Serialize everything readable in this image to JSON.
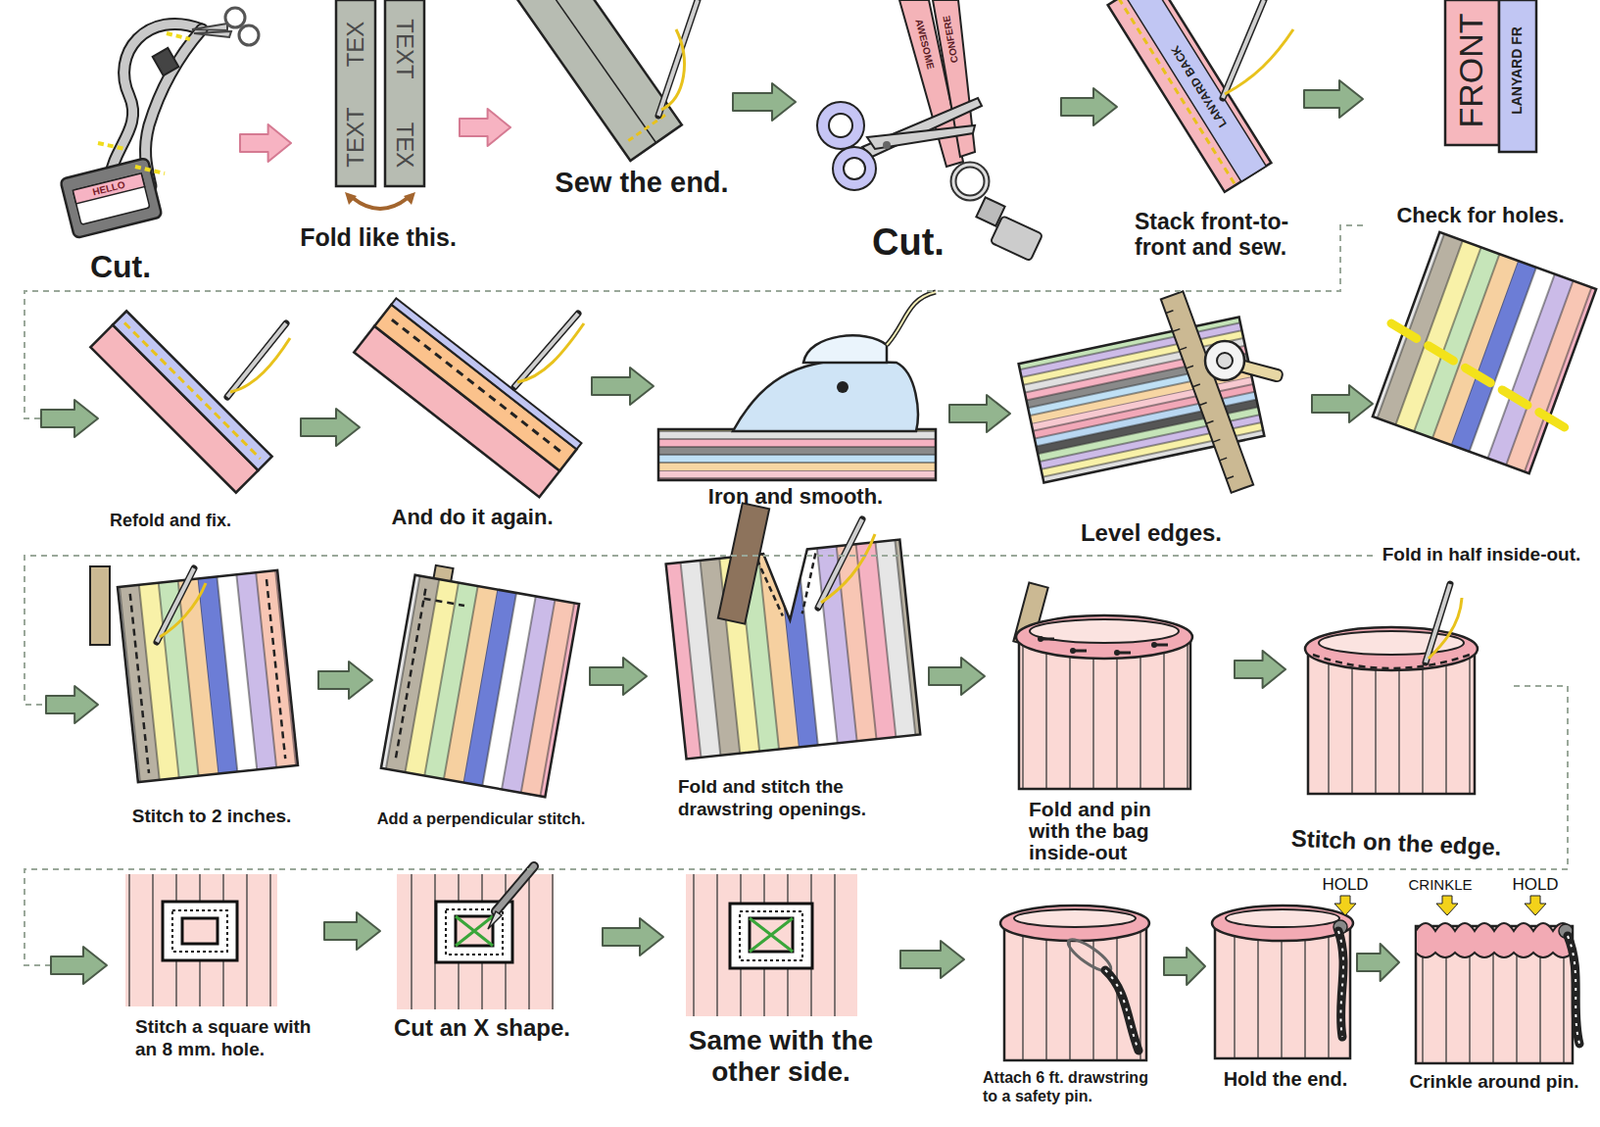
{
  "diagram": {
    "nodes": [
      {
        "text": [
          "Cut."
        ]
      },
      {
        "text": [
          "Fold like this."
        ]
      },
      {
        "text": [
          "Sew the end."
        ]
      },
      {
        "text": [
          "Cut."
        ]
      },
      {
        "text": [
          "Stack front-to-front and sew."
        ]
      },
      {
        "text": [
          "Check for holes."
        ]
      },
      {
        "text": [
          "Refold and fix."
        ]
      },
      {
        "text": [
          "And do it again."
        ]
      },
      {
        "text": [
          "Iron and smooth."
        ]
      },
      {
        "text": [
          "Level edges."
        ]
      },
      {
        "text": [
          "Fold in half inside-out."
        ]
      },
      {
        "text": [
          "Stitch to 2 inches."
        ]
      },
      {
        "text": [
          "Add a perpendicular stitch."
        ]
      },
      {
        "text": [
          "Fold and stitch the drawstring openings."
        ]
      },
      {
        "text": [
          "Fold and pin with the bag inside-out"
        ]
      },
      {
        "text": [
          "Stitch on the edge."
        ]
      },
      {
        "text": [
          "Stitch a square with an 8 mm. hole."
        ]
      },
      {
        "text": [
          "Cut an X shape."
        ]
      },
      {
        "text": [
          "Same with the other side."
        ]
      },
      {
        "text": [
          "Attach 6 ft. drawstring to a safety pin."
        ]
      },
      {
        "text": [
          "Hold the end."
        ]
      },
      {
        "text": [
          "Crinkle around pin."
        ]
      }
    ],
    "edges": [
      {
        "from": 0,
        "to": 1,
        "arrow": "to"
      },
      {
        "from": 1,
        "to": 2,
        "arrow": "to"
      },
      {
        "from": 2,
        "to": 3,
        "arrow": "to"
      },
      {
        "from": 3,
        "to": 4,
        "arrow": "to"
      },
      {
        "from": 4,
        "to": 5,
        "arrow": "to"
      },
      {
        "from": 5,
        "to": 6,
        "arrow": "to"
      },
      {
        "from": 6,
        "to": 7,
        "arrow": "to"
      },
      {
        "from": 7,
        "to": 8,
        "arrow": "to"
      },
      {
        "from": 8,
        "to": 9,
        "arrow": "to"
      },
      {
        "from": 9,
        "to": 10,
        "arrow": "to"
      },
      {
        "from": 10,
        "to": 11,
        "arrow": "to"
      },
      {
        "from": 11,
        "to": 12,
        "arrow": "to"
      },
      {
        "from": 12,
        "to": 13,
        "arrow": "to"
      },
      {
        "from": 13,
        "to": 14,
        "arrow": "to"
      },
      {
        "from": 14,
        "to": 15,
        "arrow": "to"
      },
      {
        "from": 15,
        "to": 16,
        "arrow": "to"
      },
      {
        "from": 16,
        "to": 17,
        "arrow": "to"
      },
      {
        "from": 17,
        "to": 18,
        "arrow": "to"
      },
      {
        "from": 18,
        "to": 19,
        "arrow": "to"
      },
      {
        "from": 19,
        "to": 20,
        "arrow": "to"
      },
      {
        "from": 20,
        "to": 21,
        "arrow": "to"
      }
    ],
    "labels": [
      "HELLO",
      "TEX",
      "TEXT",
      "TEXT",
      "TEX",
      "AWESOME",
      "CONFERE",
      "LANYARD BACK",
      "FRONT",
      "LANYARD FR",
      "HOLD",
      "CRINKLE",
      "HOLD"
    ]
  }
}
